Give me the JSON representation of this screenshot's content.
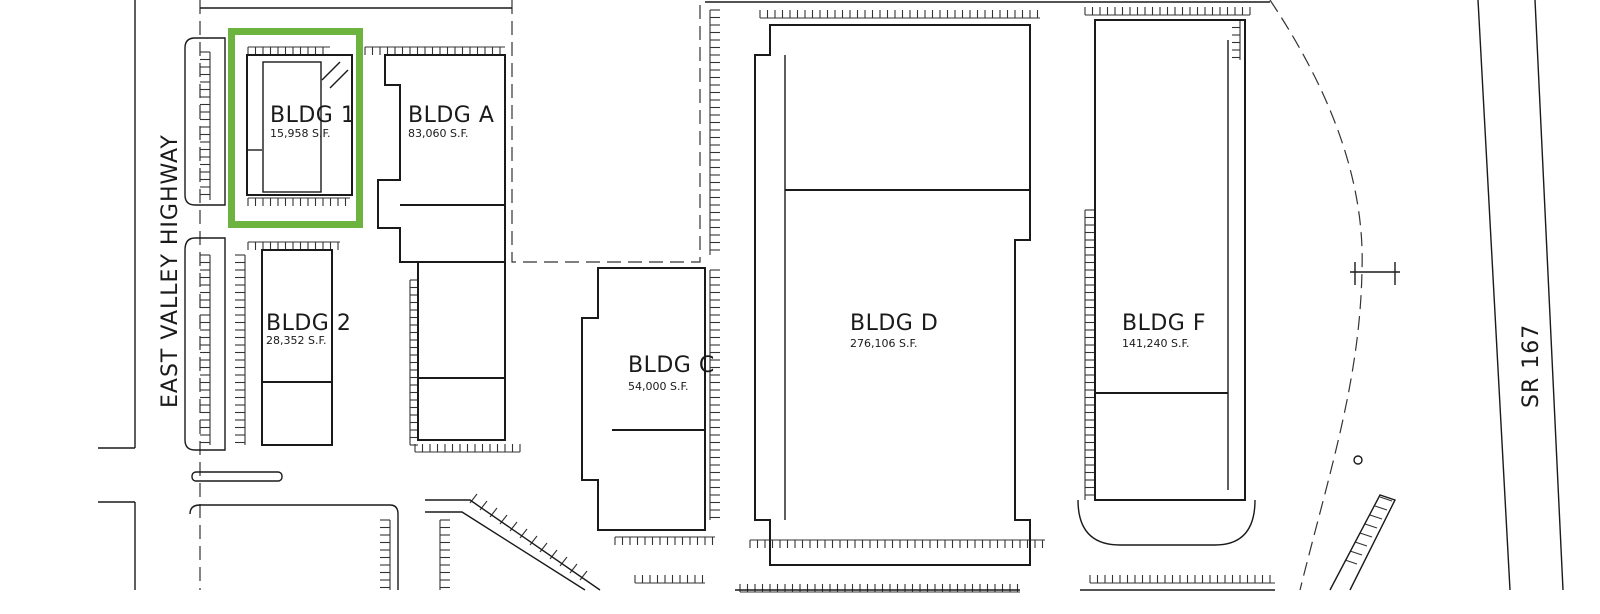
{
  "highlight_color": "#6cb33f",
  "line_color": "#1a1a1a",
  "roads": {
    "west": "EAST VALLEY HIGHWAY",
    "east": "SR 167"
  },
  "buildings": [
    {
      "id": "bldg-1",
      "name": "BLDG 1",
      "area": "15,958 S.F.",
      "highlighted": true
    },
    {
      "id": "bldg-a",
      "name": "BLDG A",
      "area": "83,060 S.F.",
      "highlighted": false
    },
    {
      "id": "bldg-2",
      "name": "BLDG 2",
      "area": "28,352 S.F.",
      "highlighted": false
    },
    {
      "id": "bldg-c",
      "name": "BLDG C",
      "area": "54,000 S.F.",
      "highlighted": false
    },
    {
      "id": "bldg-d",
      "name": "BLDG D",
      "area": "276,106 S.F.",
      "highlighted": false
    },
    {
      "id": "bldg-f",
      "name": "BLDG F",
      "area": "141,240 S.F.",
      "highlighted": false
    }
  ]
}
